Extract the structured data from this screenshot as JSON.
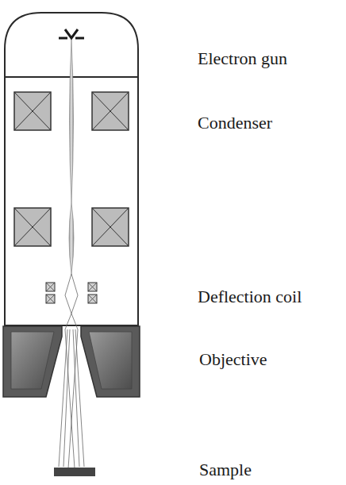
{
  "diagram": {
    "labels": [
      "Electron gun",
      "Condenser",
      "Deflection coil",
      "Objective",
      "Sample"
    ]
  }
}
